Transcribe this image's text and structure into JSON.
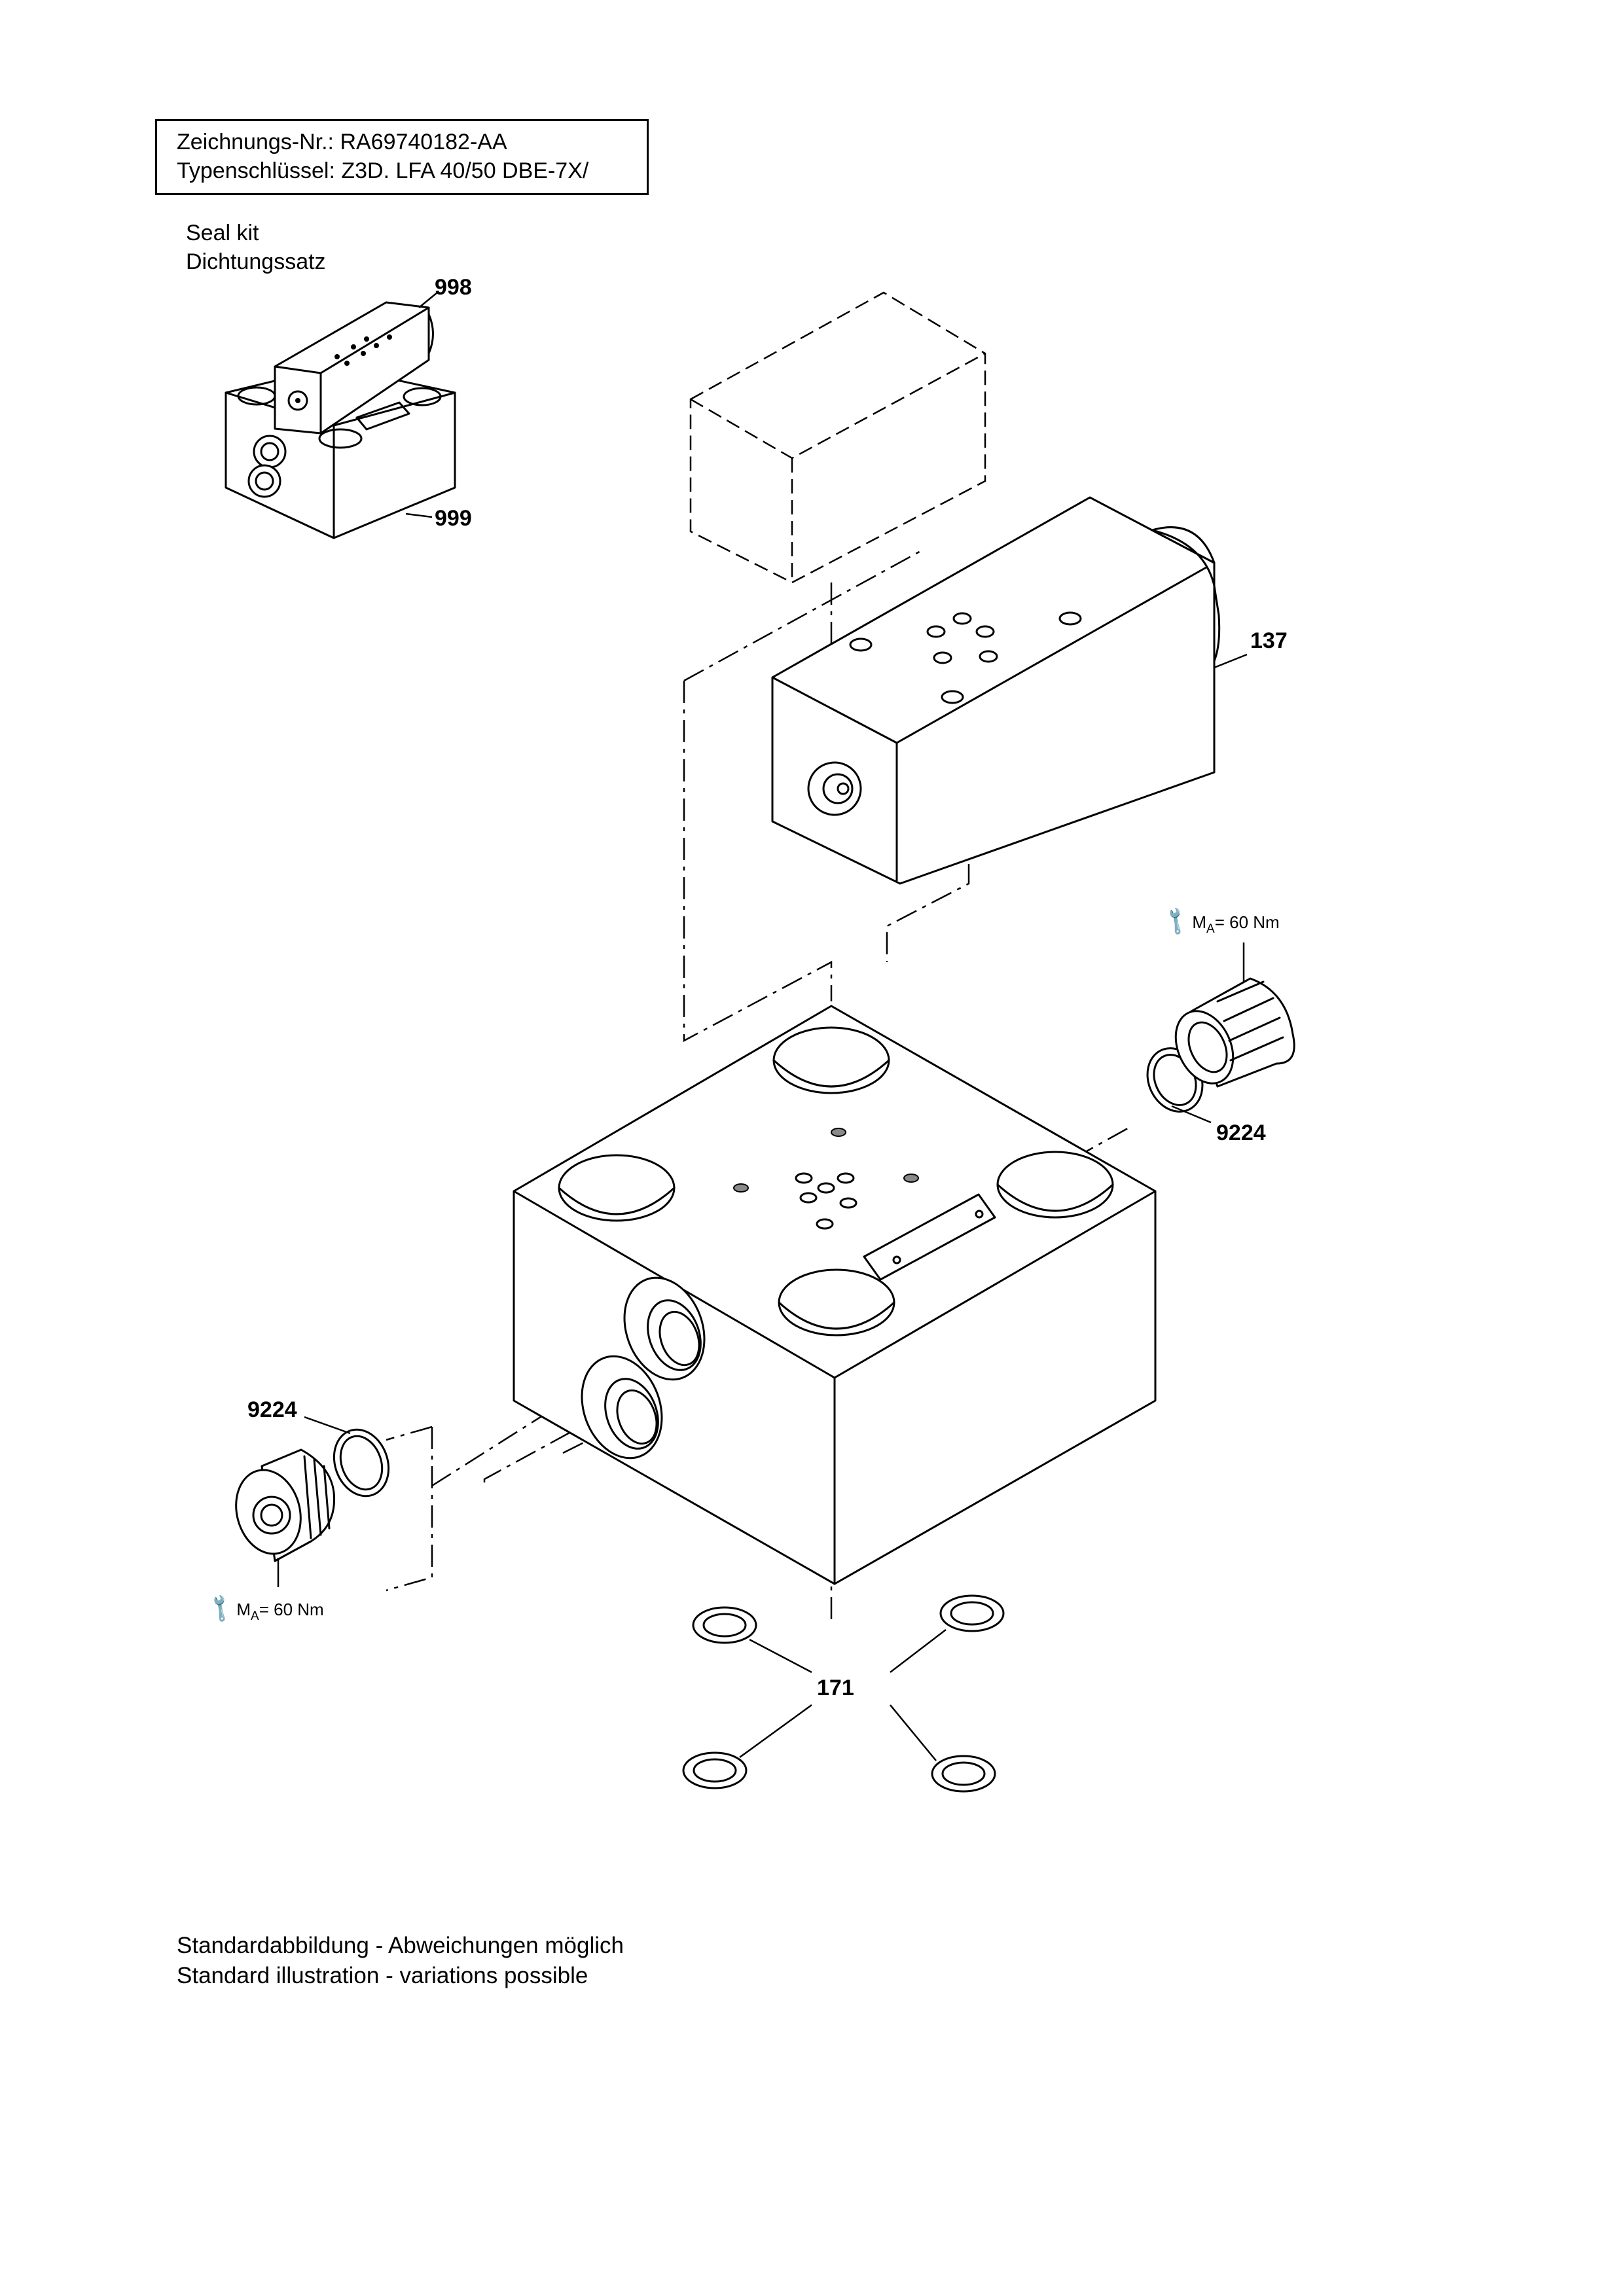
{
  "header": {
    "drawing_number": "Zeichnungs-Nr.: RA69740182-AA",
    "type_key": "Typenschlüssel: Z3D. LFA 40/50 DBE-7X/"
  },
  "seal_kit": {
    "label_en": "Seal kit",
    "label_de": "Dichtungssatz"
  },
  "callouts": {
    "p998": "998",
    "p999": "999",
    "p137": "137",
    "p9224_right": "9224",
    "p9224_left": "9224",
    "p171": "171"
  },
  "torque": {
    "right": {
      "symbol": "M",
      "subscript": "A",
      "value": "= 60 Nm"
    },
    "left": {
      "symbol": "M",
      "subscript": "A",
      "value": "= 60 Nm"
    }
  },
  "footer": {
    "note_de": "Standardabbildung - Abweichungen möglich",
    "note_en": "Standard illustration - variations possible"
  },
  "icons": {
    "torque_tool": "wrench-icon"
  }
}
